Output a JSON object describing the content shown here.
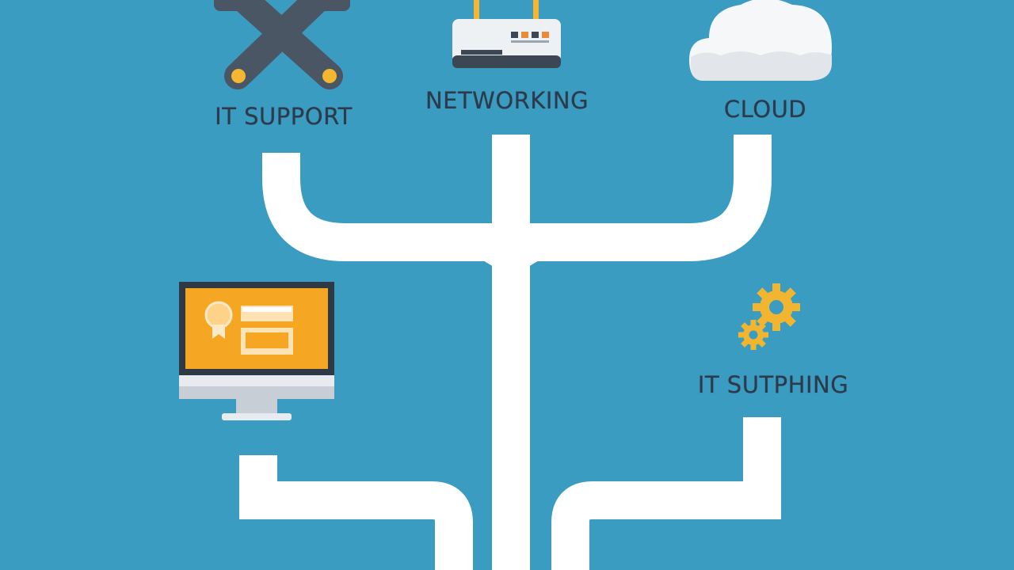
{
  "labels": {
    "it_support": "IT SUPPORT",
    "networking": "NETWORKING",
    "cloud": "CLOUD",
    "it_sutphing": "IT SUTPHING"
  },
  "icons": {
    "it_support": "crossed-tools-icon",
    "networking": "router-icon",
    "cloud": "cloud-icon",
    "it_sutphing": "gears-icon",
    "computer": "monitor-icon"
  },
  "colors": {
    "background": "#3b9cc2",
    "pipe": "#ffffff",
    "label_text": "#2c3a4b",
    "accent_yellow": "#f5b731",
    "tool_gray": "#4a5663"
  }
}
